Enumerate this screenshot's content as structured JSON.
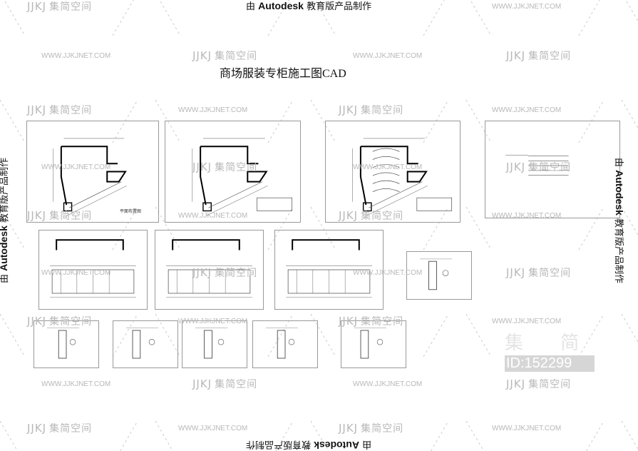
{
  "title": "商场服装专柜施工图CAD",
  "edu_notice": {
    "prefix": "由",
    "brand": "Autodesk",
    "suffix": "教育版产品制作"
  },
  "watermark": {
    "logo_mark": "JJKJ",
    "logo_text": "集简空间",
    "url": "WWW.JJKJNET.COM"
  },
  "id_mark": {
    "text": "集 简",
    "id": "ID:152299"
  },
  "sheets": [
    {
      "name": "floor-plan",
      "caption": "平面布置图"
    },
    {
      "name": "ceiling-plan",
      "caption": ""
    },
    {
      "name": "lighting-plan",
      "caption": ""
    },
    {
      "name": "electrical-system",
      "caption": ""
    },
    {
      "name": "elevation-a",
      "caption": ""
    },
    {
      "name": "elevation-b",
      "caption": ""
    },
    {
      "name": "elevation-c",
      "caption": ""
    },
    {
      "name": "elevation-d",
      "caption": ""
    },
    {
      "name": "detail-1",
      "caption": ""
    },
    {
      "name": "detail-2",
      "caption": ""
    },
    {
      "name": "detail-3",
      "caption": ""
    },
    {
      "name": "detail-4",
      "caption": ""
    },
    {
      "name": "detail-5",
      "caption": ""
    }
  ]
}
